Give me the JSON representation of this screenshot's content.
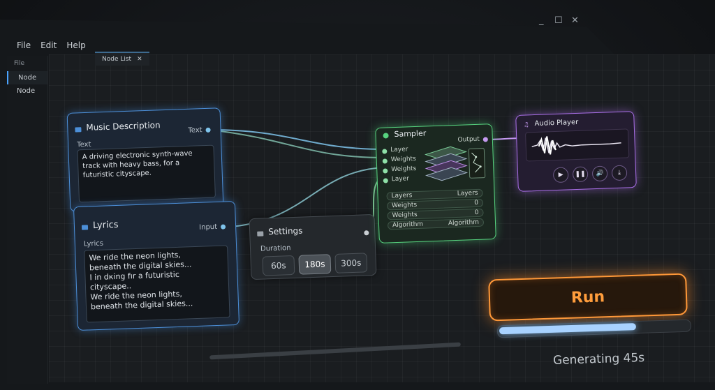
{
  "window": {
    "minimize": "_",
    "maximize": "☐",
    "close": "✕"
  },
  "menu": [
    "File",
    "Edit",
    "Help"
  ],
  "sidebar": {
    "header": "File",
    "items": [
      "Node",
      "Node"
    ]
  },
  "tab": {
    "label": "Node List",
    "close": "✕"
  },
  "music_node": {
    "title": "Music Description",
    "output_label": "Text",
    "field_label": "Text",
    "value": "A driving electronic synth-wave\ntrack with heavy bass, for a\nfuturistic cityscape."
  },
  "lyrics_node": {
    "title": "Lyrics",
    "output_label": "Input",
    "field_label": "Lyrics",
    "value": "We ride the neon lights,\nbeneath the digital skies...\nI in dкing fır a futuristic\ncityscape..\nWe ride the neon lights,\nbeneath the digital skies..."
  },
  "settings_node": {
    "title": "Settings",
    "label": "Duration",
    "options": [
      "60s",
      "180s",
      "300s"
    ],
    "selected": "180s"
  },
  "sampler_node": {
    "title": "Sampler",
    "output_label": "Output",
    "inputs": [
      "Layer",
      "Weights",
      "Weights",
      "Layer"
    ],
    "params": [
      {
        "name": "Layers",
        "value": "Layers"
      },
      {
        "name": "Weights",
        "value": "0"
      },
      {
        "name": "Weights",
        "value": "0"
      },
      {
        "name": "Algorithm",
        "value": "Algorithm"
      }
    ]
  },
  "audio_node": {
    "title": "Audio Player",
    "controls": [
      "play",
      "pause",
      "volume",
      "download"
    ]
  },
  "run": {
    "label": "Run"
  },
  "progress": {
    "fraction": 0.72,
    "status": "Generating 45s"
  },
  "colors": {
    "blue": "#4c8fd8",
    "green": "#57d37f",
    "purple": "#a86ee6",
    "orange": "#ff9838"
  }
}
